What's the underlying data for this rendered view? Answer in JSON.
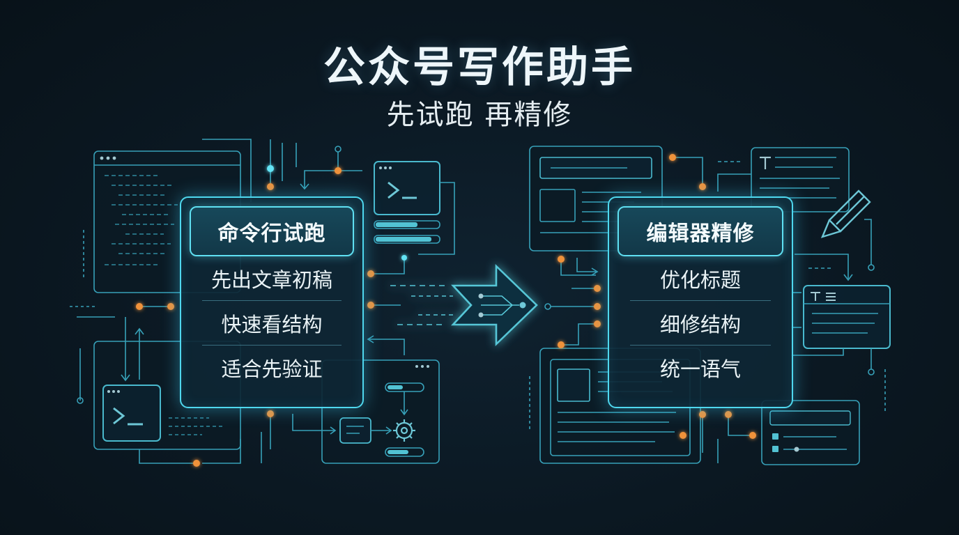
{
  "header": {
    "title": "公众号写作助手",
    "subtitle": "先试跑 再精修"
  },
  "left_card": {
    "title": "命令行试跑",
    "items": [
      "先出文章初稿",
      "快速看结构",
      "适合先验证"
    ]
  },
  "right_card": {
    "title": "编辑器精修",
    "items": [
      "优化标题",
      "细修结构",
      "统一语气"
    ]
  },
  "colors": {
    "background": "#0b1620",
    "accent_cyan": "#4fd8ee",
    "accent_orange": "#f0923a",
    "text": "#eef6fa"
  },
  "icons": [
    "terminal-icon",
    "gear-icon",
    "text-type-icon",
    "pen-icon",
    "arrow-right-icon"
  ]
}
